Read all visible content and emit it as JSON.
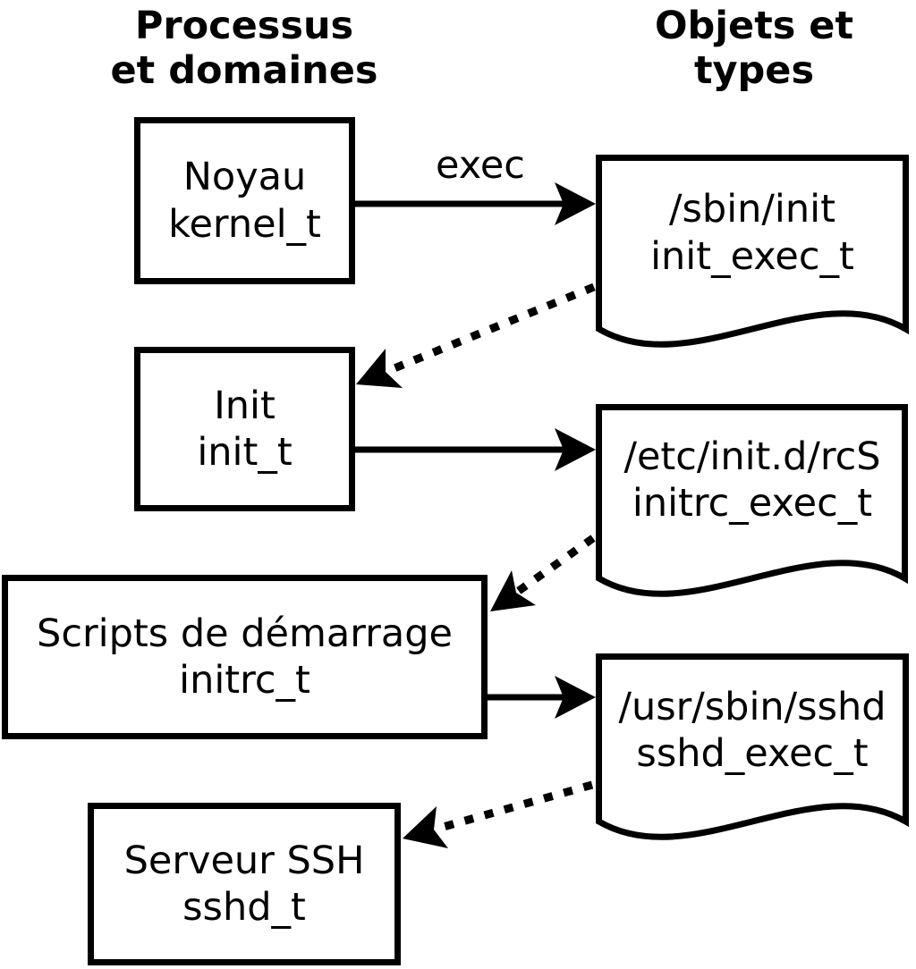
{
  "diagram": {
    "columns": {
      "left": {
        "line1": "Processus",
        "line2": "et domaines"
      },
      "right": {
        "line1": "Objets et",
        "line2": "types"
      }
    },
    "exec_label": "exec",
    "processes": [
      {
        "name": "Noyau",
        "domain": "kernel_t"
      },
      {
        "name": "Init",
        "domain": "init_t"
      },
      {
        "name": "Scripts de démarrage",
        "domain": "initrc_t"
      },
      {
        "name": "Serveur SSH",
        "domain": "sshd_t"
      }
    ],
    "objects": [
      {
        "path": "/sbin/init",
        "type": "init_exec_t"
      },
      {
        "path": "/etc/init.d/rcS",
        "type": "initrc_exec_t"
      },
      {
        "path": "/usr/sbin/sshd",
        "type": "sshd_exec_t"
      }
    ],
    "colors": {
      "stroke": "#000000",
      "background": "#ffffff",
      "text": "#000000"
    }
  }
}
